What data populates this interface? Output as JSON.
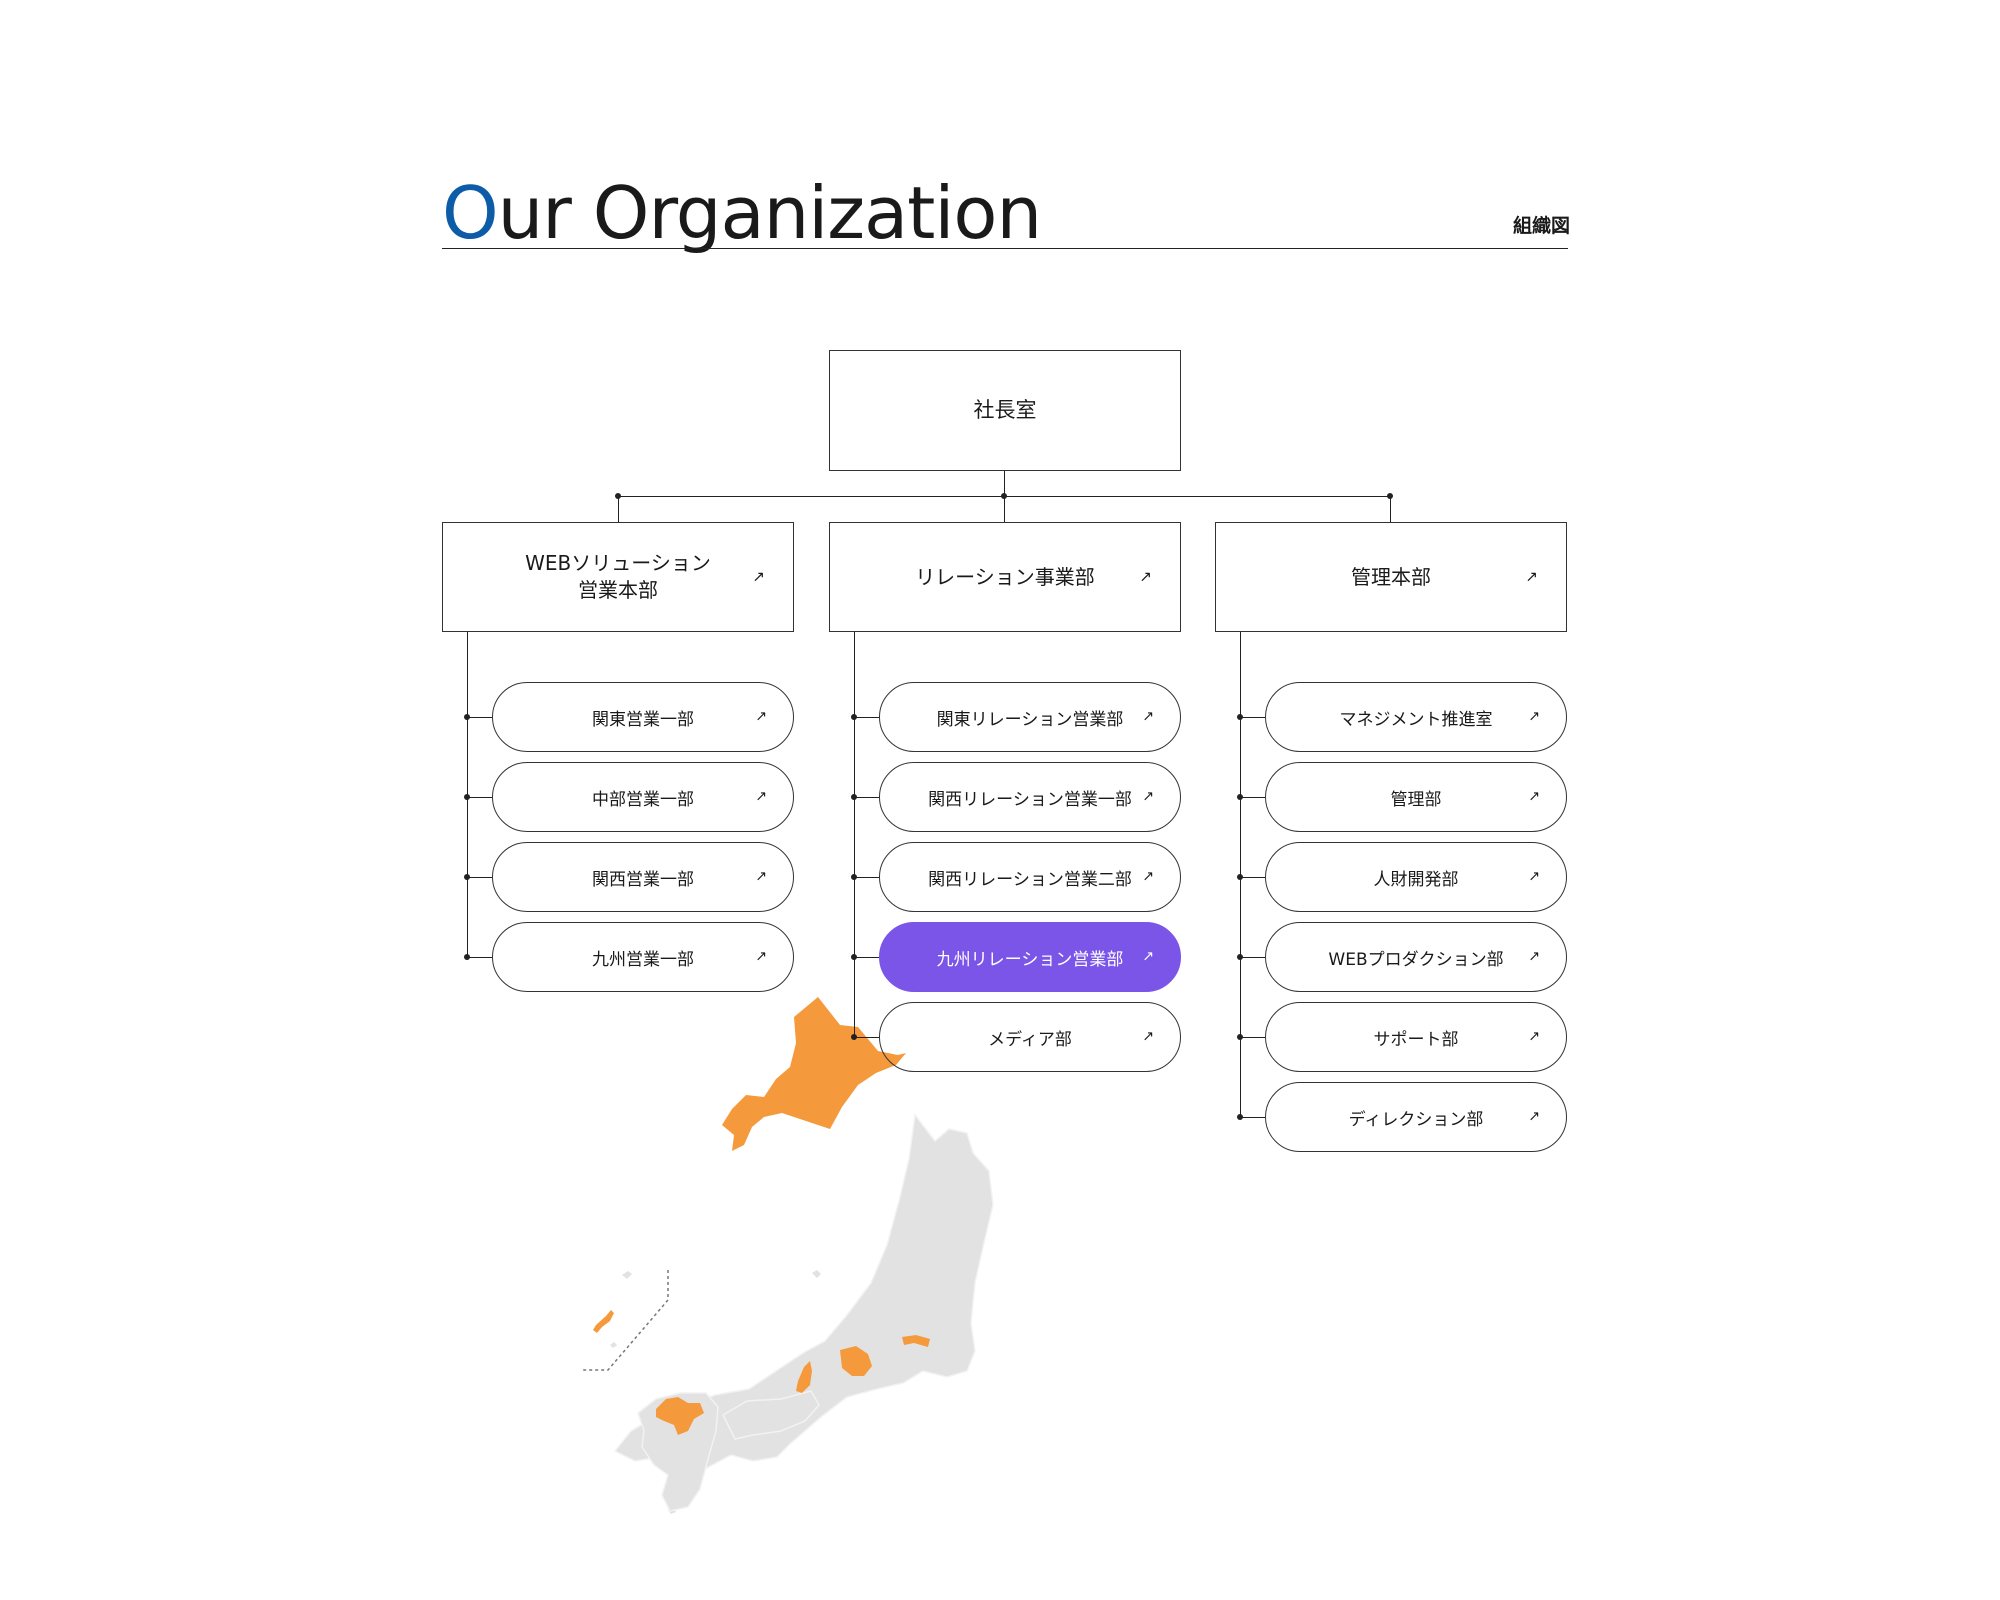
{
  "header": {
    "title_accent": "O",
    "title_rest": "ur Organization",
    "subtitle": "組織図"
  },
  "org": {
    "ceo": "社長室",
    "arrow_icon": "↗",
    "departments": [
      {
        "label_line1": "WEBソリューション",
        "label_line2": "営業本部",
        "children": [
          "関東営業一部",
          "中部営業一部",
          "関西営業一部",
          "九州営業一部"
        ]
      },
      {
        "label_line1": "リレーション事業部",
        "children": [
          "関東リレーション営業部",
          "関西リレーション営業一部",
          "関西リレーション営業二部",
          "九州リレーション営業部",
          "メディア部"
        ]
      },
      {
        "label_line1": "管理本部",
        "children": [
          "マネジメント推進室",
          "管理部",
          "人財開発部",
          "WEBプロダクション部",
          "サポート部",
          "ディレクション部"
        ]
      }
    ],
    "active_child": "九州リレーション営業部"
  },
  "colors": {
    "accent_blue": "#0c5ca8",
    "active_purple": "#7b55e8",
    "map_highlight": "#f59a3c",
    "map_base": "#e2e2e2"
  }
}
